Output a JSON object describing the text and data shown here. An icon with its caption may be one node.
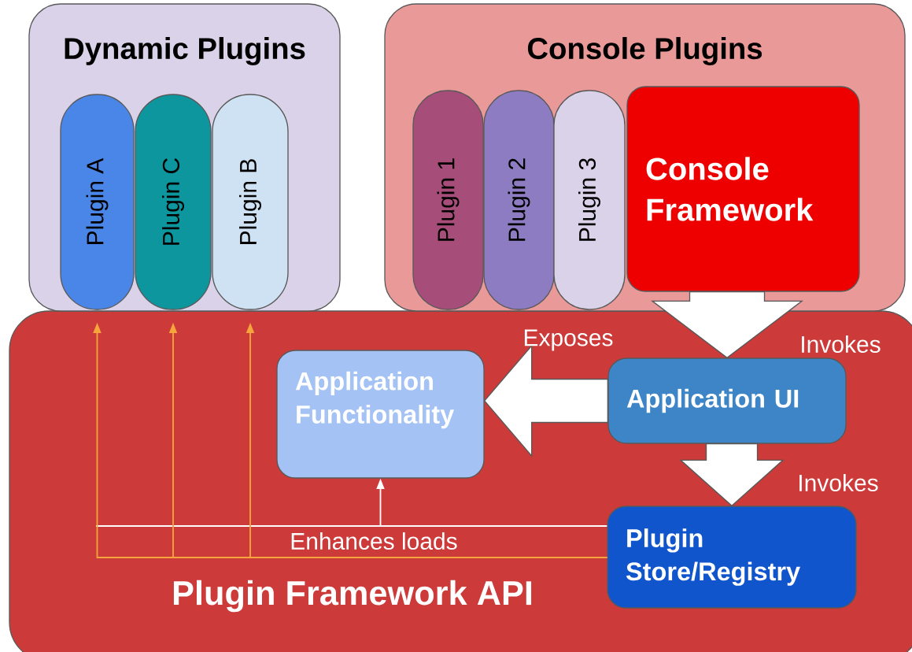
{
  "diagram": {
    "nodes": [
      {
        "text": [
          "Dynamic Plugins"
        ]
      },
      {
        "text": [
          "Plugin A"
        ],
        "in": 0
      },
      {
        "text": [
          "Plugin C"
        ],
        "in": 0
      },
      {
        "text": [
          "Plugin B"
        ],
        "in": 0
      },
      {
        "text": [
          "Console Plugins"
        ]
      },
      {
        "text": [
          "Plugin 1"
        ],
        "in": 4
      },
      {
        "text": [
          "Plugin 2"
        ],
        "in": 4
      },
      {
        "text": [
          "Plugin 3"
        ],
        "in": 4
      },
      {
        "text": [
          "Console Framework"
        ],
        "in": 4
      },
      {
        "text": [
          "Plugin Framework API"
        ]
      },
      {
        "text": [
          "Application Functionality"
        ],
        "in": 9
      },
      {
        "text": [
          "Application UI"
        ],
        "in": 9
      },
      {
        "text": [
          "Plugin Store/Registry"
        ],
        "in": 9
      }
    ],
    "edges": [
      {
        "from": 8,
        "to": 11,
        "arrow": "to",
        "label": "Invokes",
        "style": "thick"
      },
      {
        "from": 11,
        "to": 10,
        "arrow": "to",
        "label": "Exposes",
        "style": "thick"
      },
      {
        "from": 11,
        "to": 12,
        "arrow": "to",
        "label": "Invokes",
        "style": "thick"
      },
      {
        "from": 12,
        "to": 10,
        "arrow": "to",
        "label": "Enhances loads",
        "color": "#ffffff"
      },
      {
        "from": 12,
        "to": 1,
        "arrow": "to",
        "color": "#f6a53c"
      },
      {
        "from": 12,
        "to": 2,
        "arrow": "to",
        "color": "#f6a53c"
      },
      {
        "from": 12,
        "to": 3,
        "arrow": "to",
        "color": "#f6a53c"
      }
    ]
  }
}
